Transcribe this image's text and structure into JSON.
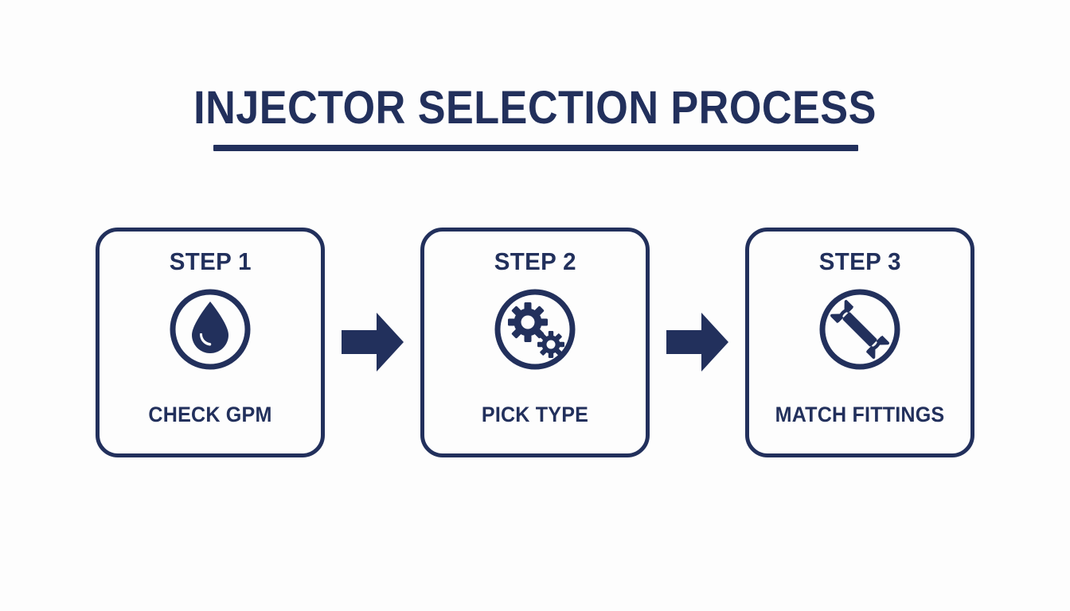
{
  "page": {
    "title": "INJECTOR SELECTION PROCESS",
    "background_color": "#fdfdfd",
    "accent_color": "#22305c"
  },
  "flow": {
    "steps": [
      {
        "step_label": "STEP 1",
        "caption": "CHECK GPM",
        "icon": "water-droplet-icon"
      },
      {
        "step_label": "STEP 2",
        "caption": "PICK TYPE",
        "icon": "gears-icon"
      },
      {
        "step_label": "STEP 3",
        "caption": "MATCH FITTINGS",
        "icon": "wrench-icon"
      }
    ],
    "connectors": [
      {
        "icon": "arrow-right-icon"
      },
      {
        "icon": "arrow-right-icon"
      }
    ]
  }
}
